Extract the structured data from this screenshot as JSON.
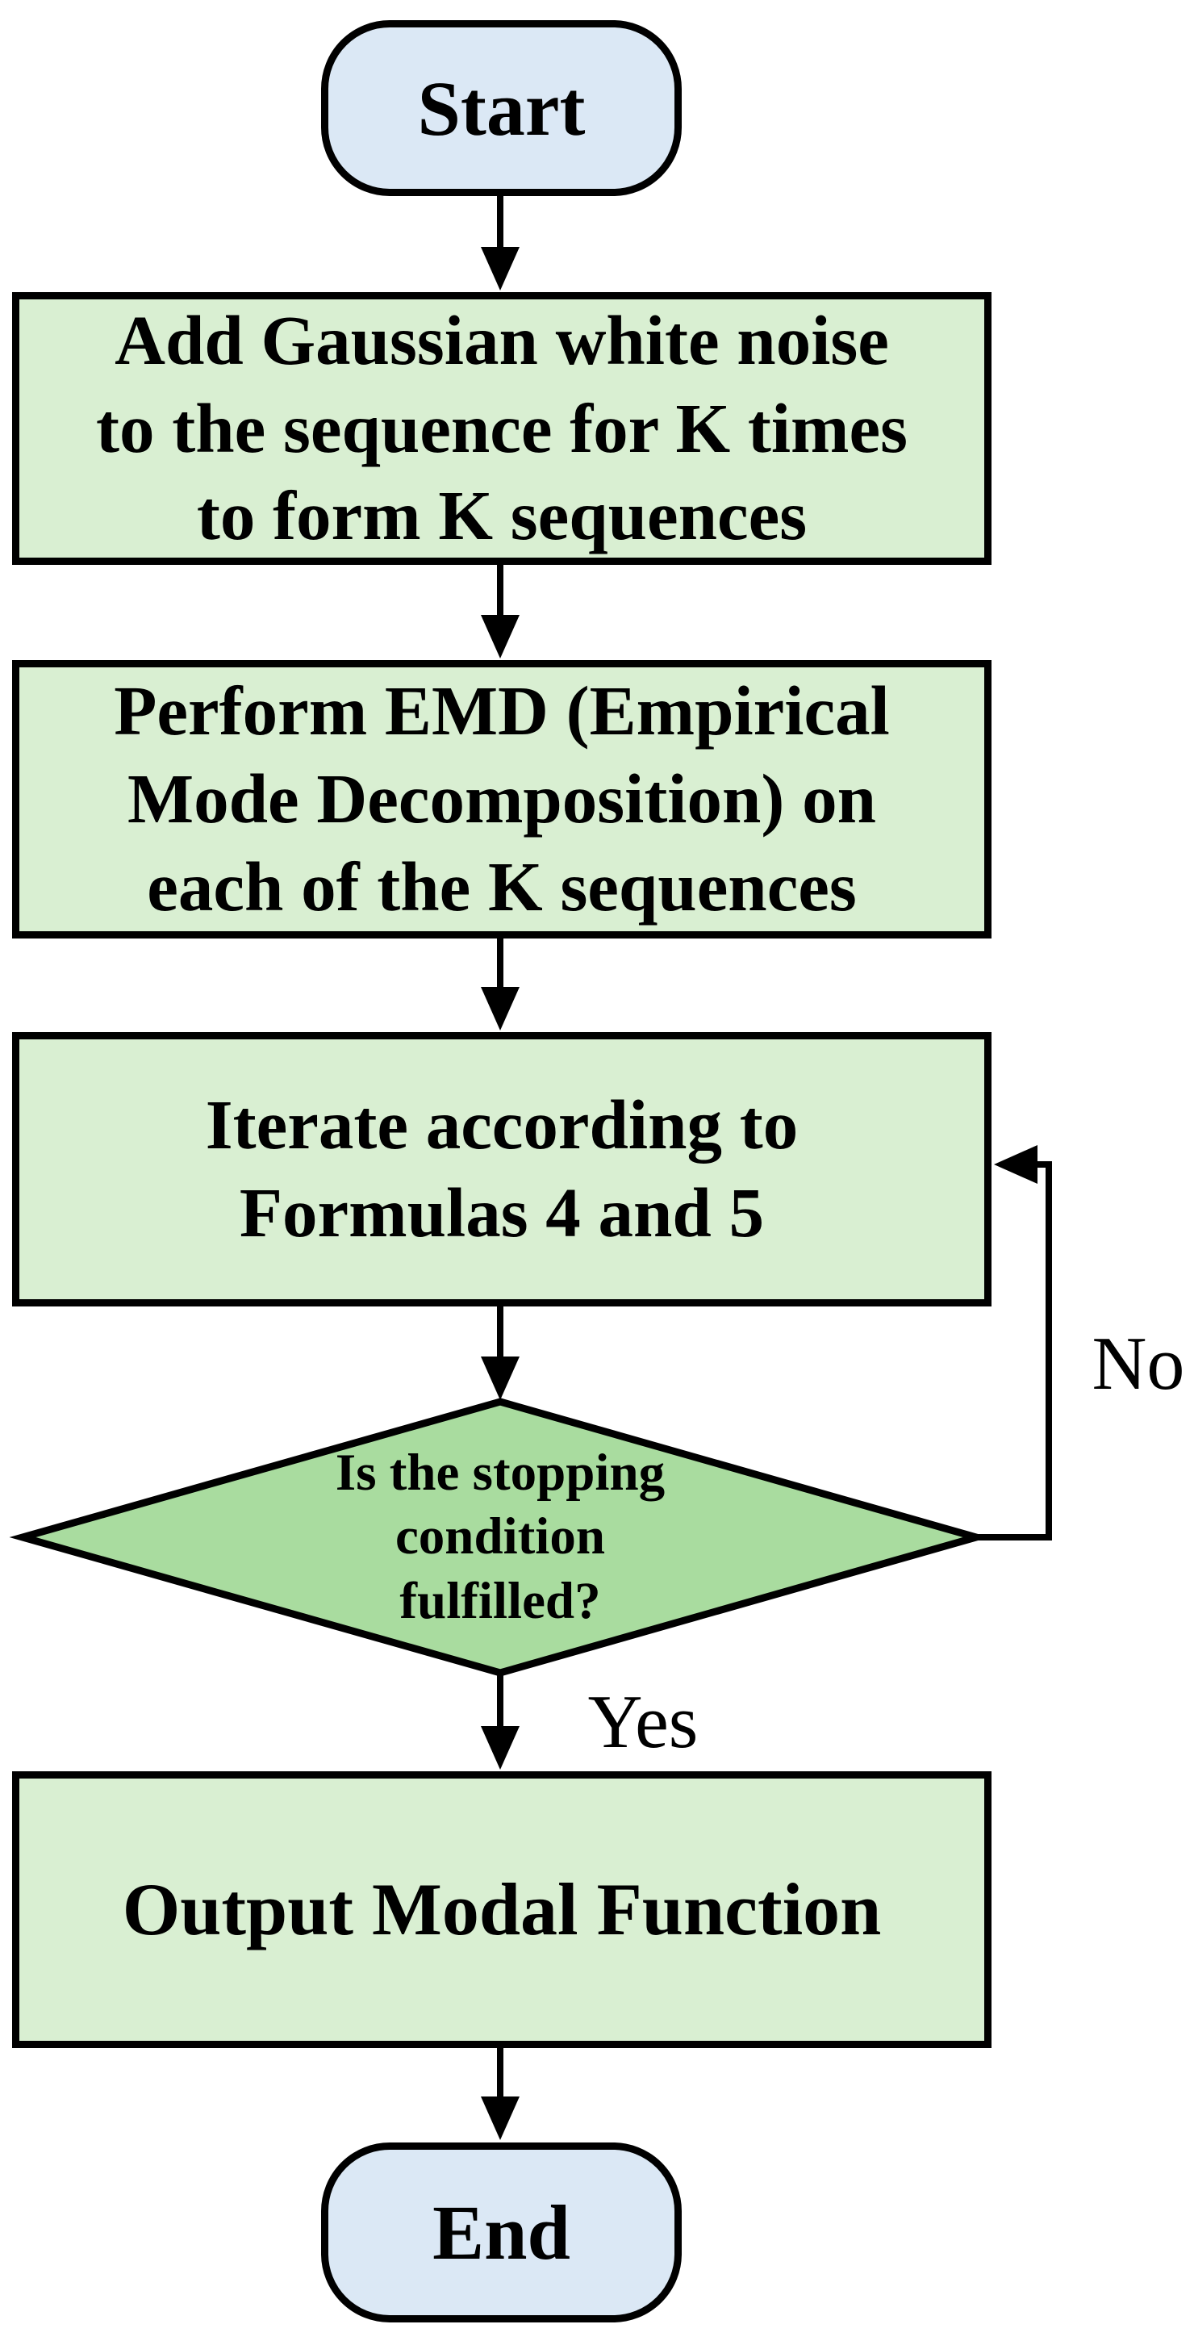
{
  "nodes": {
    "start": {
      "label": "Start"
    },
    "step1": {
      "lines": [
        "Add Gaussian white noise",
        "to the sequence for K times",
        "to form K sequences"
      ]
    },
    "step2": {
      "lines": [
        "Perform EMD (Empirical",
        "Mode Decomposition) on",
        "each of the K sequences"
      ]
    },
    "step3": {
      "lines": [
        "Iterate according to",
        "Formulas 4 and 5"
      ]
    },
    "decision": {
      "lines": [
        "Is the stopping",
        "condition",
        "fulfilled?"
      ]
    },
    "step4": {
      "label": "Output Modal Function"
    },
    "end": {
      "label": "End"
    }
  },
  "edges": {
    "no_label": "No",
    "yes_label": "Yes"
  },
  "colors": {
    "terminator_fill": "#dbe8f5",
    "process_fill": "#d9efd2",
    "decision_fill": "#a9dc9f",
    "stroke": "#000000"
  }
}
